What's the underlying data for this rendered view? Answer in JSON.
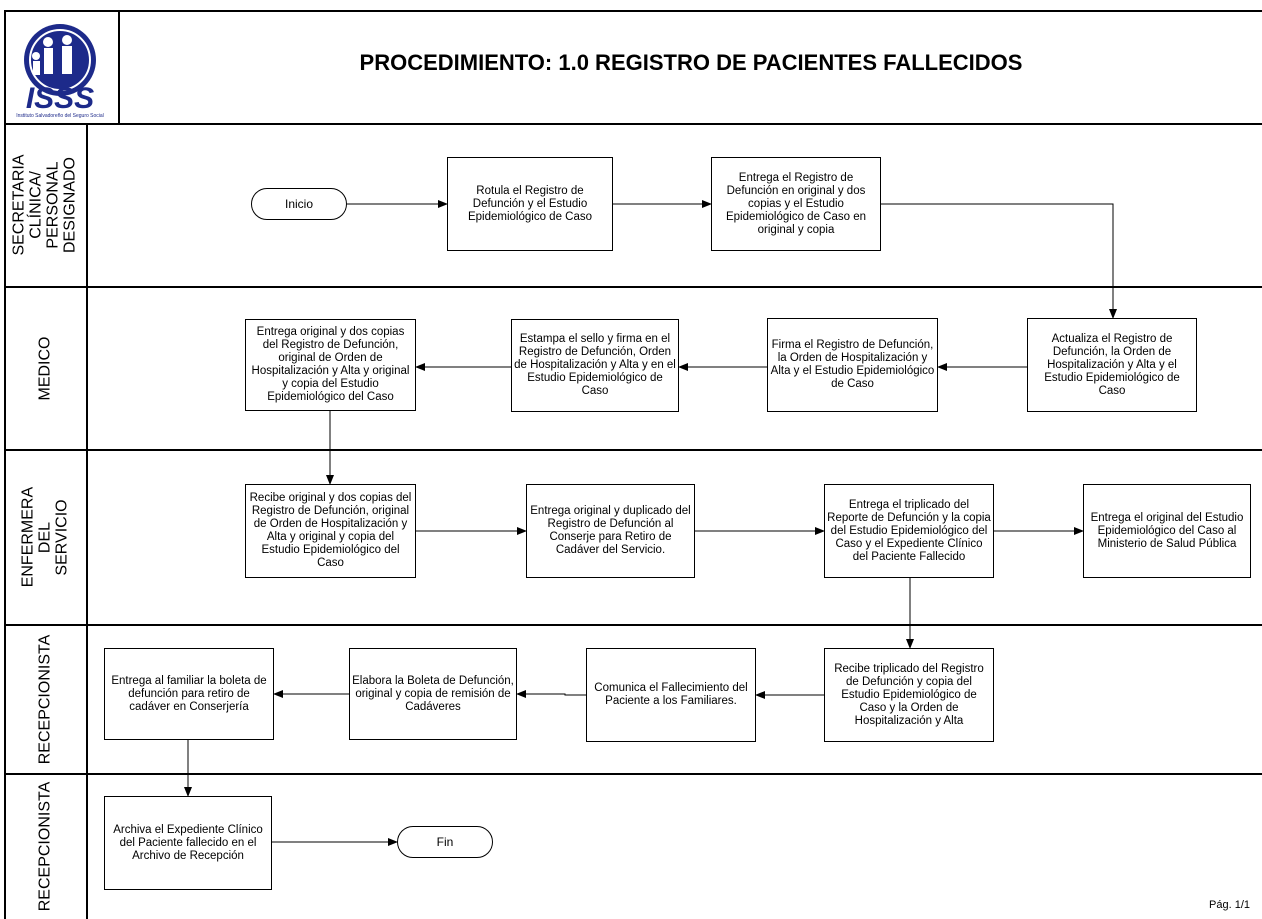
{
  "header": {
    "title": "PROCEDIMIENTO: 1.0 REGISTRO DE PACIENTES FALLECIDOS",
    "logo_text": "ISSS",
    "logo_subtitle": "Instituto Salvadoreño del Seguro Social"
  },
  "lanes": [
    {
      "label": "SECRETARIA\nCLÍNICA/\nPERSONAL\nDESIGNADO"
    },
    {
      "label": "MEDICO"
    },
    {
      "label": "ENFERMERA DEL\nSERVICIO"
    },
    {
      "label": "RECEPCIONISTA"
    },
    {
      "label": "RECEPCIONISTA"
    }
  ],
  "nodes": {
    "inicio": "Inicio",
    "rotula": "Rotula el Registro de Defunción y el Estudio Epidemiológico de Caso",
    "entrega_secretaria": "Entrega el Registro de Defunción en original y dos copias y el Estudio Epidemiológico de Caso en original y copia",
    "actualiza": "Actualiza el Registro de Defunción, la Orden de Hospitalización y Alta y el Estudio Epidemiológico de Caso",
    "firma": "Firma el Registro de Defunción, la Orden de Hospitalización y Alta y el Estudio Epidemiológico de Caso",
    "estampa": "Estampa el sello y firma en el Registro de Defunción, Orden de Hospitalización y Alta y en el Estudio Epidemiológico de Caso",
    "entrega_medico": "Entrega original y dos copias del Registro de Defunción, original de Orden de Hospitalización y Alta y original y copia del Estudio Epidemiológico del Caso",
    "recibe_enfermera": "Recibe original y dos copias del Registro de Defunción, original de Orden de Hospitalización y Alta y original y copia del Estudio Epidemiológico del Caso",
    "entrega_conserje": "Entrega original y duplicado del Registro de Defunción al Conserje para Retiro de Cadáver del Servicio.",
    "entrega_triplicado": "Entrega el triplicado del Reporte de Defunción y la copia del Estudio Epidemiológico del Caso y el Expediente Clínico del Paciente Fallecido",
    "entrega_ministerio": "Entrega el original del Estudio Epidemiológico del Caso al Ministerio de Salud Pública",
    "recibe_triplicado": "Recibe triplicado del Registro de Defunción y copia del Estudio Epidemiológico de Caso y la Orden de Hospitalización y Alta",
    "comunica": "Comunica el Fallecimiento del Paciente a los Familiares.",
    "elabora": "Elabora la Boleta de Defunción, original y copia de remisión de Cadáveres",
    "entrega_familiar": "Entrega al familiar la boleta de defunción para retiro de cadáver en Conserjería",
    "archiva": "Archiva el Expediente Clínico del Paciente fallecido en el Archivo de Recepción",
    "fin": "Fin"
  },
  "footer": {
    "page": "Pág. 1/1"
  },
  "colors": {
    "logo_blue": "#1d2a8a",
    "line": "#000000"
  }
}
